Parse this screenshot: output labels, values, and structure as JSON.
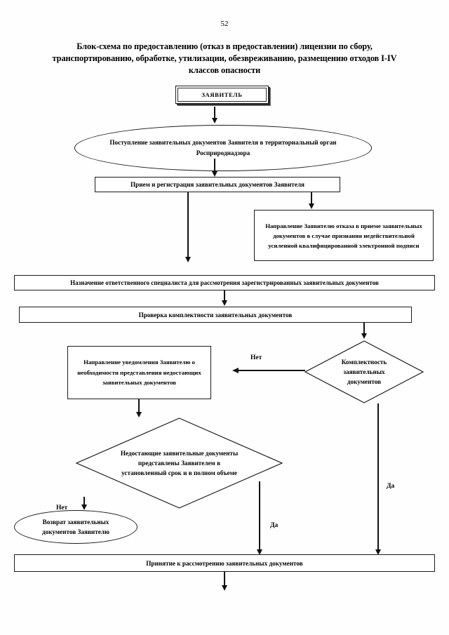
{
  "page": {
    "number": "52",
    "title": "Блок-схема по предоставлению (отказ в предоставлении) лицензии по сбору, транспортированию, обработке, утилизации, обезвреживанию, размещению отходов I-IV классов опасности"
  },
  "nodes": {
    "applicant": {
      "label": "ЗАЯВИТЕЛЬ",
      "shape": "terminator"
    },
    "submission": {
      "label": "Поступление заявительных документов Заявителя  в территориальный орган Росприроднадзора",
      "shape": "ellipse"
    },
    "registration": {
      "label": "Прием и регистрация заявительных документов Заявителя",
      "shape": "process"
    },
    "refusal_acceptance": {
      "label": "Направление Заявителю отказа в приеме заявительных документов в случае признания недействительной усиленной квалифицированной электронной подписи",
      "shape": "process"
    },
    "assign_specialist": {
      "label": "Назначение ответственного специалиста для рассмотрения зарегистрированных заявительных документов",
      "shape": "process"
    },
    "completeness_check": {
      "label": "Проверка комплектности заявительных документов",
      "shape": "process"
    },
    "notification": {
      "label": "Направление уведомления Заявителю о необходимости представления недостающих заявительных документов",
      "shape": "process"
    },
    "completeness_decision": {
      "label": "Комплектность заявительных документов",
      "shape": "decision"
    },
    "missing_docs_decision": {
      "label": "Недостающие заявительные документы  представлены Заявителем в установленный срок и в полном объеме",
      "shape": "decision"
    },
    "return_docs": {
      "label": "Возврат заявительных документов Заявителю",
      "shape": "ellipse"
    },
    "accept_for_review": {
      "label": "Принятие к рассмотрению заявительных документов",
      "shape": "process"
    }
  },
  "edge_labels": {
    "no_completeness": "Нет",
    "yes_completeness": "Да",
    "no_missing": "Нет",
    "yes_missing": "Да"
  }
}
